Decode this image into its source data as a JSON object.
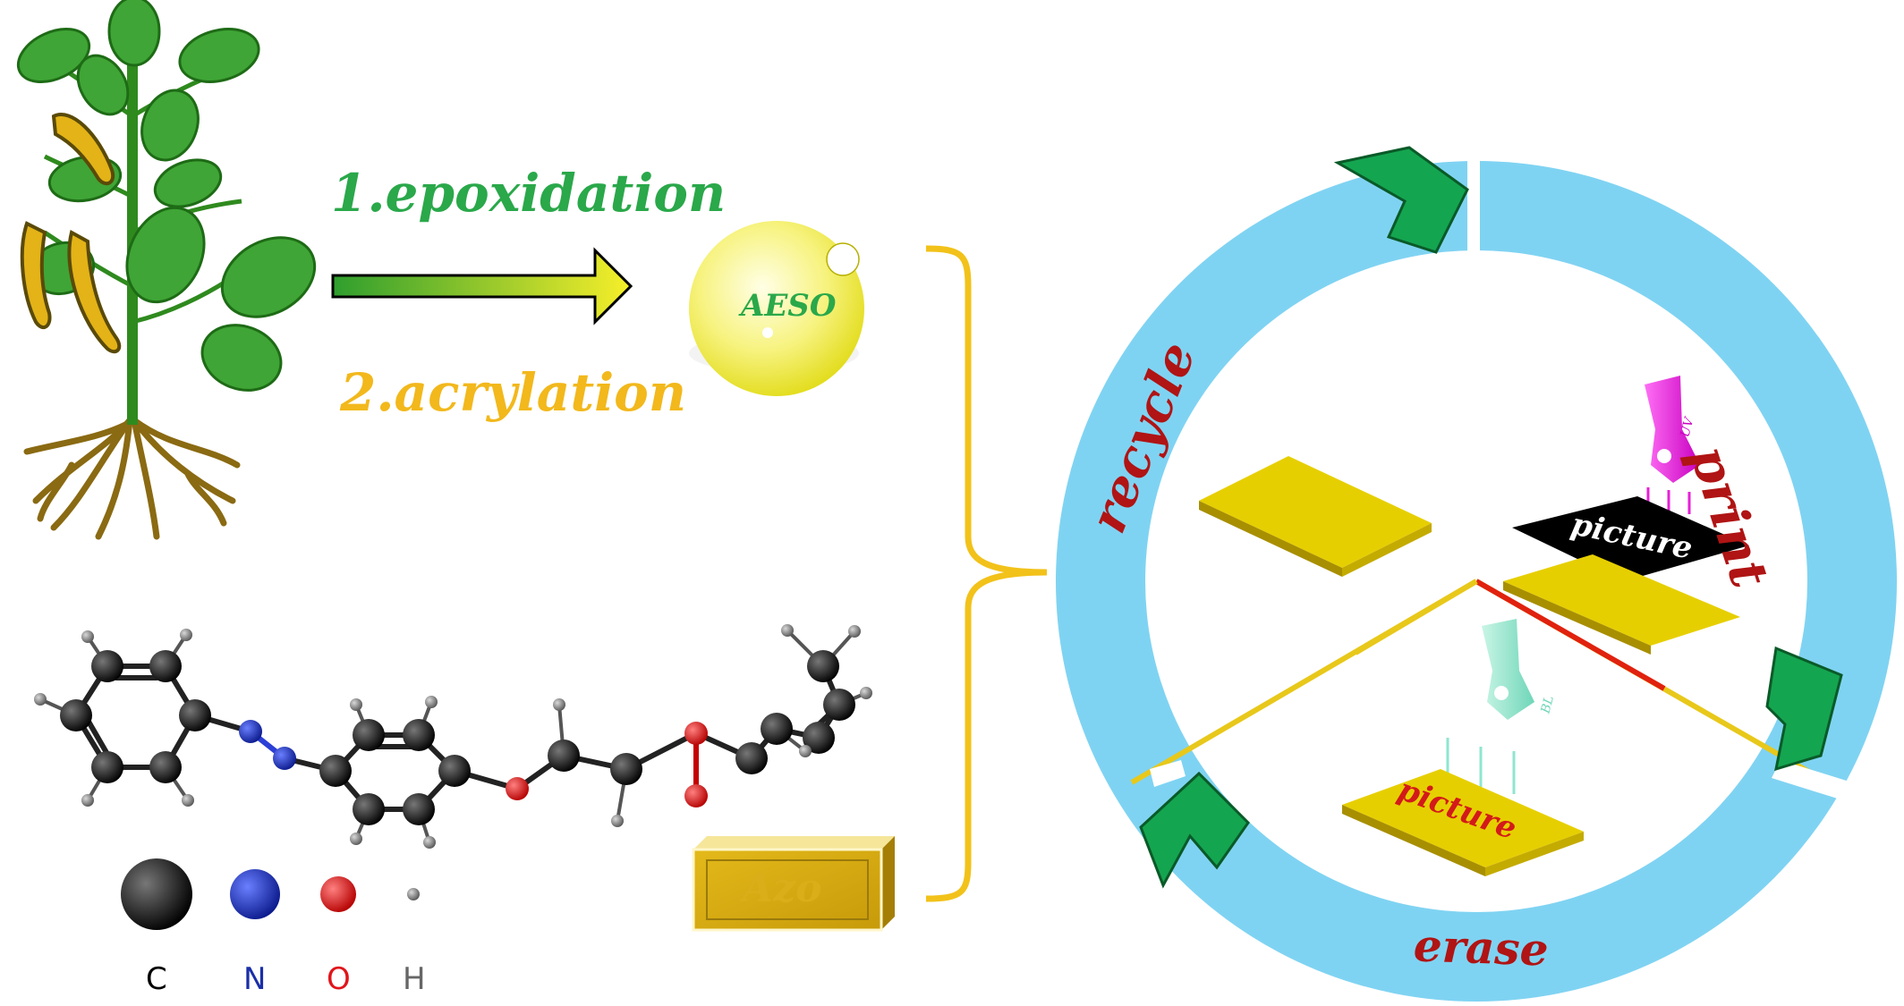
{
  "steps": {
    "step1": "1.epoxidation",
    "step2": "2.acrylation"
  },
  "materials": {
    "aeso": "AESO",
    "azo": "Azo"
  },
  "cycle": {
    "print": "print",
    "erase": "erase",
    "recycle": "recycle",
    "picture_mask": "picture",
    "picture_film": "picture",
    "uv_lamp_label": "UV",
    "bl_lamp_label": "BL"
  },
  "atom_legend": [
    {
      "symbol": "C",
      "color": "#000000"
    },
    {
      "symbol": "N",
      "color": "#1a2fa8"
    },
    {
      "symbol": "O",
      "color": "#e0151b"
    },
    {
      "symbol": "H",
      "color": "#666666"
    }
  ],
  "colors": {
    "green_text": "#2aa84a",
    "orange_text": "#f2b81c",
    "red_text": "#b01414",
    "ring_blue": "#7fd3f2",
    "chevron_green": "#14a550",
    "film_yellow": "#e6cf00",
    "uv_magenta": "#e81fd8",
    "bl_teal": "#8fe6cf"
  }
}
